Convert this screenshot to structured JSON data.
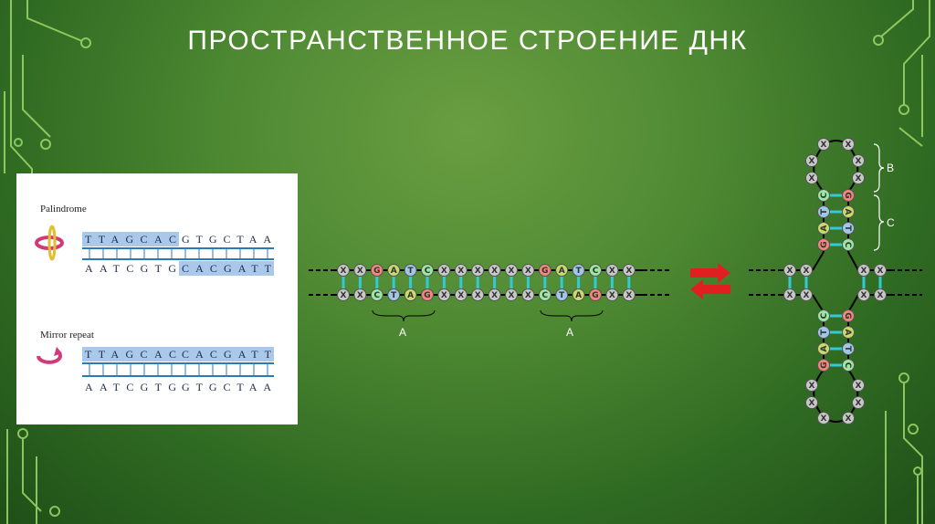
{
  "slide": {
    "title": "ПРОСТРАНСТВЕННОЕ СТРОЕНИЕ ДНК"
  },
  "colors": {
    "G": "#f2867a",
    "A": "#c9d96a",
    "T": "#9fc7e8",
    "C": "#9be6a0",
    "X": "#c8c8c8",
    "rung": "#33c9d6",
    "arrow": "#e02020",
    "highlight": "#a9c8ea"
  },
  "panel": {
    "palindrome": {
      "label": "Palindrome",
      "top": {
        "left": "TTAGCAC",
        "right": "GTGCTAA"
      },
      "bottom": {
        "left": "AATCGTG",
        "right": "CACGATT"
      }
    },
    "mirror": {
      "label": "Mirror repeat",
      "top": {
        "left": "TTAGCAC",
        "right": "CACGATT"
      },
      "bottom": {
        "left": "AATCGTG",
        "right": "GTGCTAA"
      }
    }
  },
  "diagram": {
    "linear": {
      "top": [
        "X",
        "X",
        "G",
        "A",
        "T",
        "C",
        "X",
        "X",
        "X",
        "X",
        "X",
        "X",
        "G",
        "A",
        "T",
        "C",
        "X",
        "X"
      ],
      "bottom": [
        "X",
        "X",
        "C",
        "T",
        "A",
        "G",
        "X",
        "X",
        "X",
        "X",
        "X",
        "X",
        "C",
        "T",
        "A",
        "G",
        "X",
        "X"
      ],
      "brackets": [
        "A",
        "A"
      ]
    },
    "cruciform": {
      "labels": [
        "B",
        "C"
      ]
    }
  }
}
